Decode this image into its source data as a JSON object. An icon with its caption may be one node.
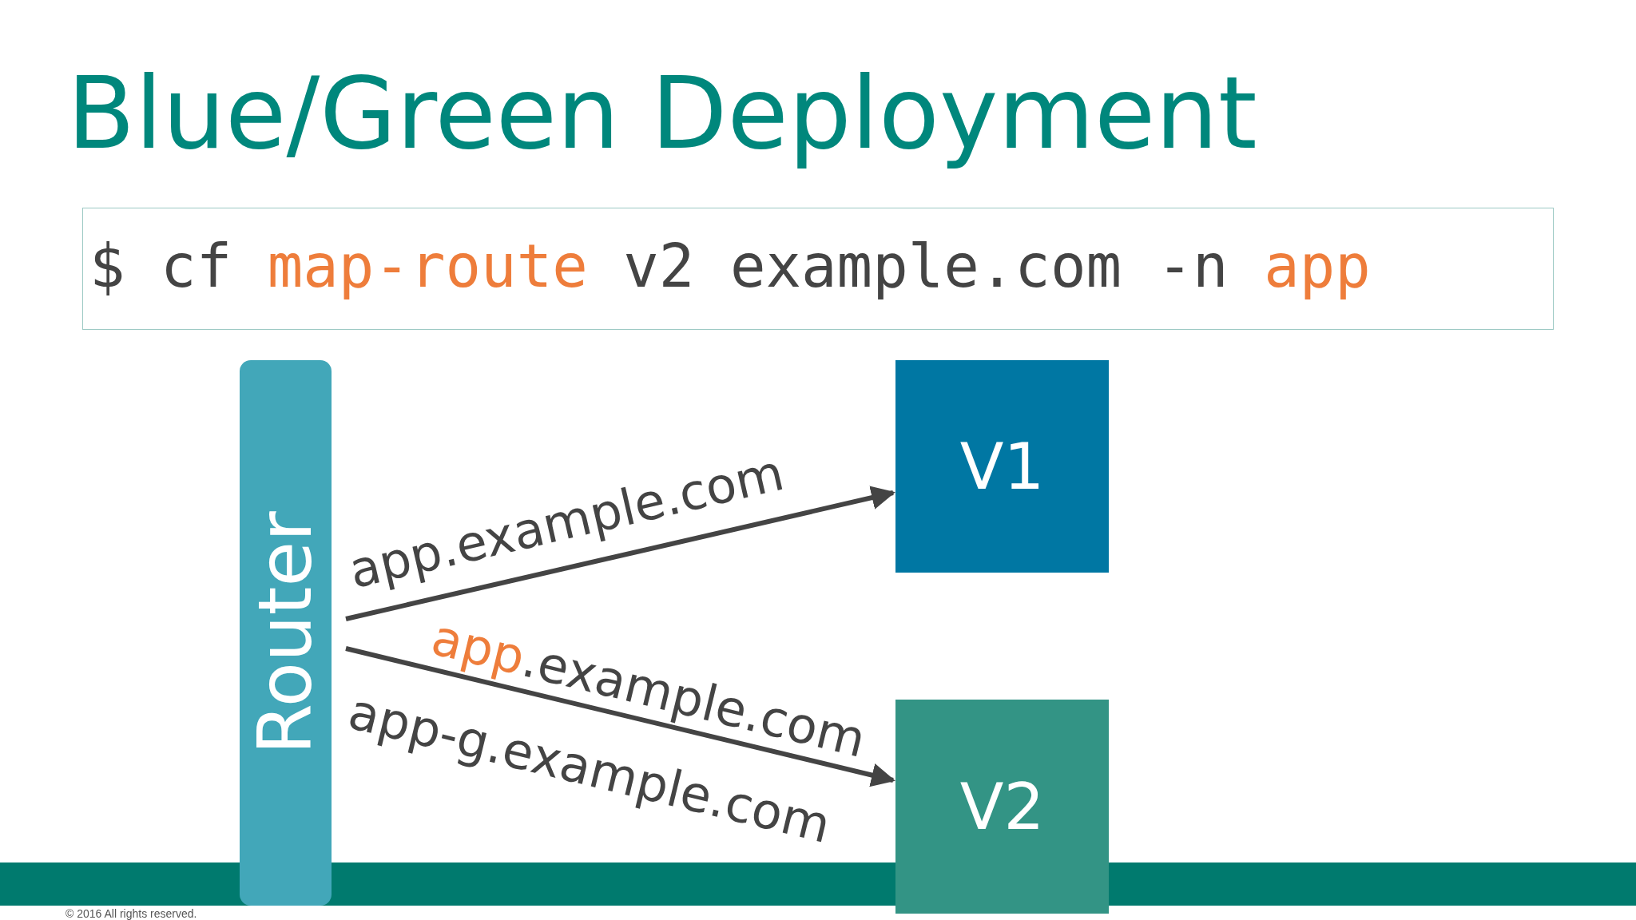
{
  "diagram": {
    "title": "Blue/Green Deployment",
    "nodes": [
      {
        "text": [
          "Router"
        ]
      },
      {
        "text": [
          "V1"
        ]
      },
      {
        "text": [
          "V2"
        ]
      }
    ],
    "edges": [
      {
        "from": 0,
        "to": 1,
        "arrow": "to",
        "label": "app.example.com"
      },
      {
        "from": 0,
        "to": 2,
        "arrow": "to",
        "label": "**app**.example.com"
      }
    ],
    "labels": [
      "$ cf **map-route** v2 example.com -n **app**",
      "app-g.example.com",
      "© 2016 All rights reserved."
    ]
  }
}
